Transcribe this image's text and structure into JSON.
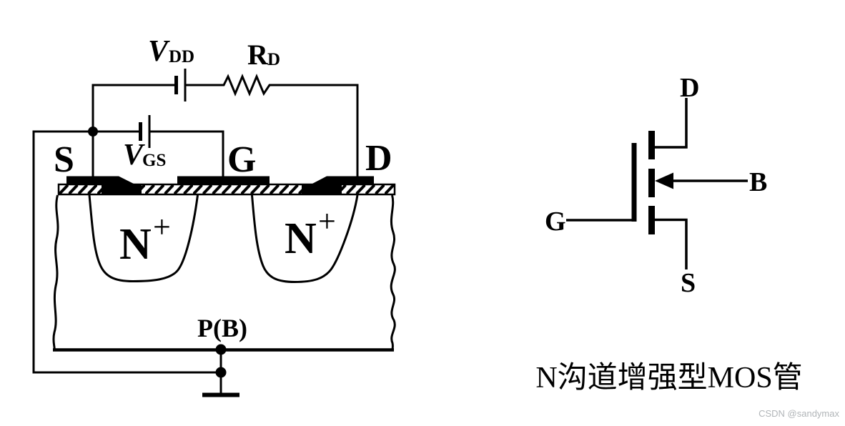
{
  "figure": {
    "caption": "N沟道增强型MOS管",
    "watermark": "CSDN @sandymax"
  },
  "cross_section": {
    "source_label": "S",
    "gate_label": "G",
    "drain_label": "D",
    "substrate_label": "P(B)",
    "vdd": {
      "main": "V",
      "sub": "DD"
    },
    "vgs": {
      "main": "V",
      "sub": "GS"
    },
    "rd": {
      "main": "R",
      "sub": "D"
    },
    "n_plus": {
      "main": "N",
      "sup": "+"
    }
  },
  "symbol": {
    "drain_label": "D",
    "bulk_label": "B",
    "gate_label": "G",
    "source_label": "S"
  },
  "colors": {
    "ink": "#000000",
    "watermark": "#b1b5b8",
    "background": "#ffffff"
  }
}
